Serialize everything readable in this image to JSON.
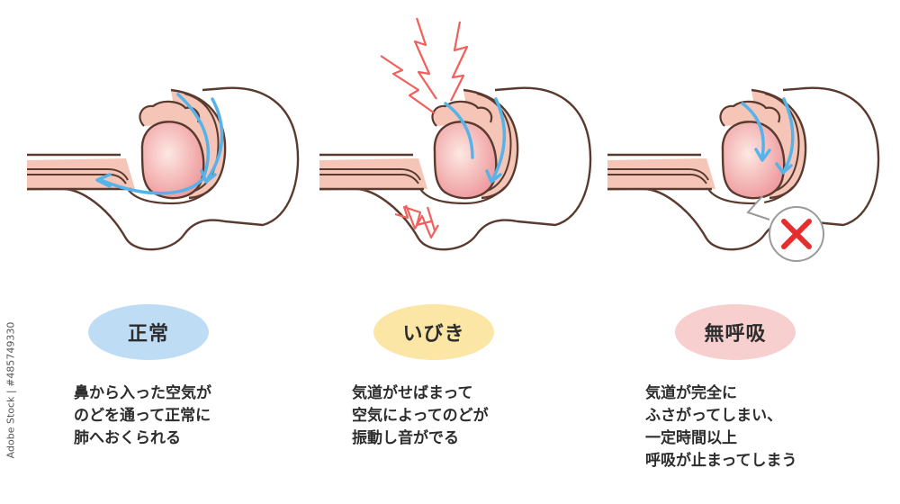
{
  "watermark": "Adobe Stock | #485749330",
  "colors": {
    "outline": "#5a3a2e",
    "tissue": "#f5c6b8",
    "tongue_light": "#fde8e2",
    "tongue_dark": "#ef9da0",
    "airflow": "#56b3ea",
    "noise": "#f0605c",
    "cross": "#e52d2d"
  },
  "panels": [
    {
      "label": "正常",
      "pill_color": "#bfdcf5",
      "lines": [
        "鼻から入った空気が",
        "のどを通って正常に",
        "肺へおくられる"
      ]
    },
    {
      "label": "いびき",
      "pill_color": "#fbe6a6",
      "lines": [
        "気道がせばまって",
        "空気によってのどが",
        "振動し音がでる"
      ]
    },
    {
      "label": "無呼吸",
      "pill_color": "#f8cfcf",
      "lines": [
        "気道が完全に",
        "ふさがってしまい、",
        "一定時間以上",
        "呼吸が止まってしまう"
      ]
    }
  ],
  "icons": {
    "normal_airflow": "airflow-arrow-icon",
    "snore_noise": "vibration-zigzag-icon",
    "apnea_block": "blocked-cross-icon"
  }
}
